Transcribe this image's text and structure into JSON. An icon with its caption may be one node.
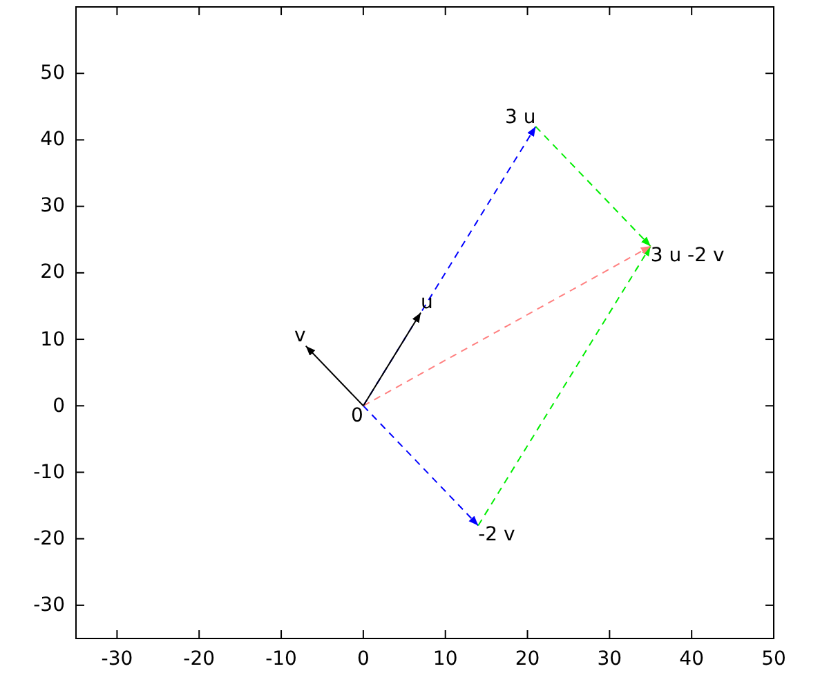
{
  "diagram": {
    "nodes": [
      {
        "text": [
          "0"
        ]
      },
      {
        "text": [
          "u"
        ]
      },
      {
        "text": [
          "v"
        ]
      },
      {
        "text": [
          "3 u"
        ]
      },
      {
        "text": [
          "-2 v"
        ]
      },
      {
        "text": [
          "3 u -2 v"
        ]
      }
    ],
    "edges": [
      {
        "from": 0,
        "to": 3,
        "arrow": "to",
        "style": "dashed",
        "color": "#0000ff"
      },
      {
        "from": 0,
        "to": 4,
        "arrow": "to",
        "style": "dashed",
        "color": "#0000ff"
      },
      {
        "from": 3,
        "to": 5,
        "arrow": "to",
        "style": "dashed",
        "color": "#00ee00"
      },
      {
        "from": 4,
        "to": 5,
        "arrow": "to",
        "style": "dashed",
        "color": "#00ee00"
      },
      {
        "from": 0,
        "to": 5,
        "arrow": "to",
        "style": "dashed",
        "color": "#ff8080"
      },
      {
        "from": 0,
        "to": 1,
        "arrow": "to",
        "color": "#000000"
      },
      {
        "from": 0,
        "to": 2,
        "arrow": "to",
        "color": "#000000"
      }
    ],
    "labels": [
      "50",
      "40",
      "30",
      "20",
      "10",
      "0",
      "-10",
      "-20",
      "-30",
      "-30",
      "-20",
      "-10",
      "0",
      "10",
      "20",
      "30",
      "40",
      "50"
    ]
  }
}
